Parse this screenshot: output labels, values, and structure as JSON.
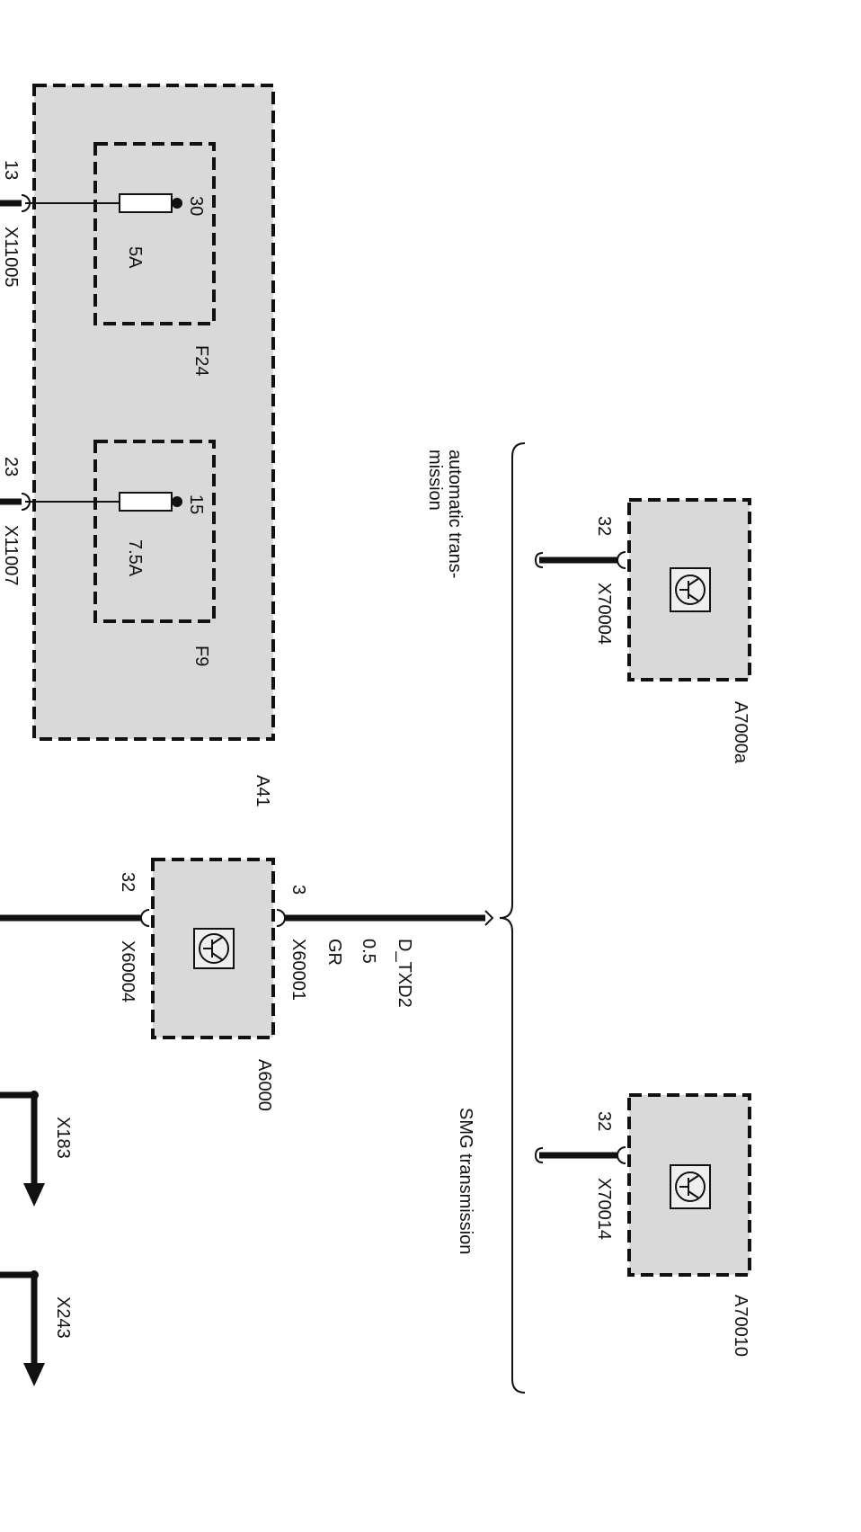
{
  "modules": {
    "a41": "A41",
    "a6000": "A6000",
    "a7000a": "A7000a",
    "a70010": "A70010"
  },
  "fuses": {
    "f24": {
      "name": "F24",
      "rating": "5A",
      "pin": "30"
    },
    "f9": {
      "name": "F9",
      "rating": "7.5A",
      "pin": "15"
    }
  },
  "connectors": {
    "x11005": {
      "name": "X11005",
      "pin": "13"
    },
    "x11007": {
      "name": "X11007",
      "pin": "23"
    },
    "x60004": {
      "name": "X60004",
      "pin": "32"
    },
    "x60001": {
      "name": "X60001",
      "pin": "3"
    },
    "x70004": {
      "name": "X70004",
      "pin": "32"
    },
    "x70014": {
      "name": "X70014",
      "pin": "32"
    },
    "x183": {
      "name": "X183"
    },
    "x243": {
      "name": "X243"
    }
  },
  "wire": {
    "signal": "D_TXD2",
    "size": "0.5",
    "color": "GR"
  },
  "variants": {
    "auto_line1": "automatic trans-",
    "auto_line2": "mission",
    "smg": "SMG transmission"
  },
  "colors": {
    "module_fill": "#d9d9d9",
    "line": "#111111"
  },
  "icons": [
    "transistor-icon",
    "fuse-icon",
    "ground-arrow-icon"
  ]
}
